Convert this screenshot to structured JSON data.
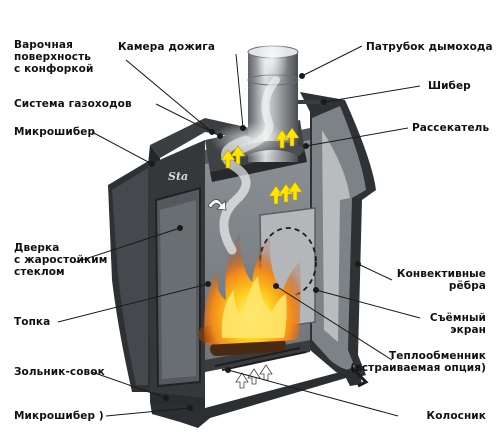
{
  "labels": {
    "hob": "Варочная\nповерхность\nс конфоркой",
    "afterburn": "Камера дожига",
    "flue_pipe": "Патрубок дымохода",
    "damper": "Шибер",
    "gas_ducts": "Система газоходов",
    "deflector": "Рассекатель",
    "micro_damper_top": "Микрошибер",
    "door": "Дверка\nс жаростойким\nстеклом",
    "convective_fins": "Конвективные\nрёбра",
    "firebox": "Топка",
    "removable_screen": "Съёмный\nэкран",
    "heat_exchanger": "Теплообменник\n(встраиваемая опция)",
    "ash_pan": "Зольник-совок",
    "micro_damper_bottom": "Микрошибер )",
    "grate": "Колосник"
  },
  "brand_logo": "Sta",
  "colors": {
    "steel_dark": "#2b2e31",
    "steel_mid": "#5d6266",
    "steel_light": "#a9adb1",
    "fire_orange": "#f28a1a",
    "fire_yellow": "#ffd21f",
    "arrow_yellow": "#ffe600"
  }
}
